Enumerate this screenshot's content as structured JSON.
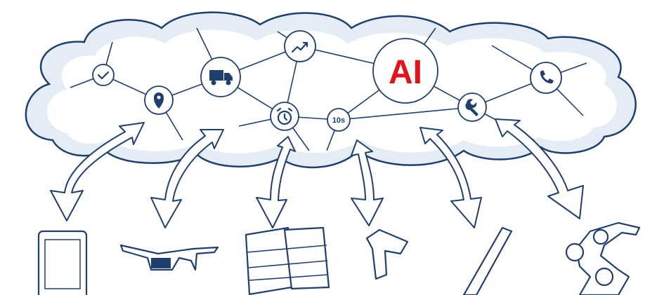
{
  "diagram": {
    "center_label": "AI",
    "timer_label": "10s",
    "colors": {
      "ink": "#1f3f6e",
      "cloud_fill": "#e4ecf5",
      "ai_text": "#e3131b"
    },
    "nodes": [
      "check-icon",
      "location-pin-icon",
      "truck-icon",
      "trend-up-icon",
      "alarm-clock-icon",
      "timer-10s",
      "ai",
      "wrench-icon",
      "phone-icon"
    ],
    "devices": [
      "tablet",
      "smart-glasses",
      "shelf-cart",
      "barcode-scanner",
      "handheld-stick",
      "robot-arm"
    ]
  }
}
